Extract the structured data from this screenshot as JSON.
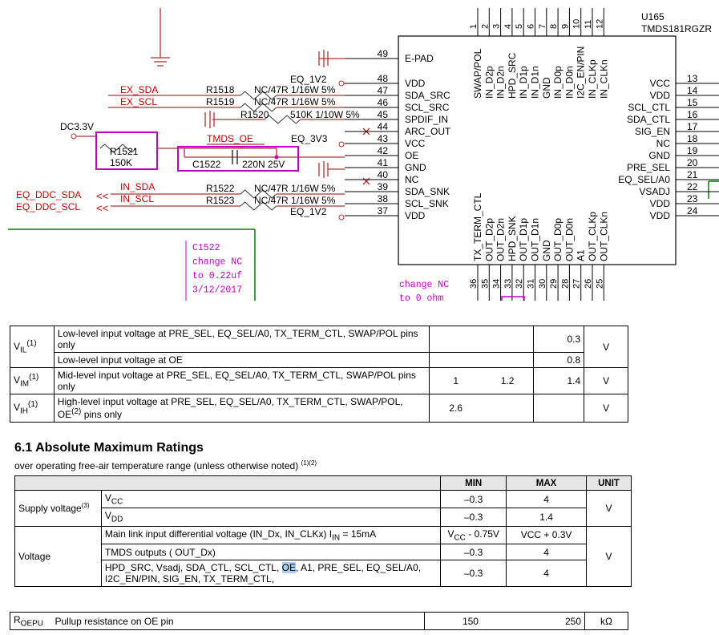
{
  "schematic": {
    "part_ref": "U165",
    "part_name": "TMDS181RGZR",
    "left_pins": [
      {
        "num": "49",
        "name": "E-PAD"
      },
      {
        "num": "48",
        "name": "VDD"
      },
      {
        "num": "47",
        "name": "SDA_SRC"
      },
      {
        "num": "46",
        "name": "SCL_SRC"
      },
      {
        "num": "45",
        "name": "SPDIF_IN"
      },
      {
        "num": "44",
        "name": "ARC_OUT"
      },
      {
        "num": "43",
        "name": "VCC"
      },
      {
        "num": "42",
        "name": "OE"
      },
      {
        "num": "41",
        "name": "GND"
      },
      {
        "num": "40",
        "name": "NC"
      },
      {
        "num": "39",
        "name": "SDA_SNK"
      },
      {
        "num": "38",
        "name": "SCL_SNK"
      },
      {
        "num": "37",
        "name": "VDD"
      }
    ],
    "right_pins": [
      {
        "num": "13",
        "name": "VCC"
      },
      {
        "num": "14",
        "name": "VDD"
      },
      {
        "num": "15",
        "name": "SCL_CTL"
      },
      {
        "num": "16",
        "name": "SDA_CTL"
      },
      {
        "num": "17",
        "name": "SIG_EN"
      },
      {
        "num": "18",
        "name": "NC"
      },
      {
        "num": "19",
        "name": "GND"
      },
      {
        "num": "20",
        "name": "PRE_SEL"
      },
      {
        "num": "21",
        "name": "EQ_SEL/A0"
      },
      {
        "num": "22",
        "name": "VSADJ"
      },
      {
        "num": "23",
        "name": "VDD"
      },
      {
        "num": "24",
        "name": "VDD"
      }
    ],
    "top_pins": [
      {
        "num": "1",
        "name": "SWAP/POL"
      },
      {
        "num": "2",
        "name": "IN_D2p"
      },
      {
        "num": "3",
        "name": "IN_D2n"
      },
      {
        "num": "4",
        "name": "HPD_SRC"
      },
      {
        "num": "5",
        "name": "IN_D1p"
      },
      {
        "num": "6",
        "name": "IN_D1n"
      },
      {
        "num": "7",
        "name": "GND"
      },
      {
        "num": "8",
        "name": "IN_D0p"
      },
      {
        "num": "9",
        "name": "IN_D0n"
      },
      {
        "num": "10",
        "name": "I2C_EN/PIN"
      },
      {
        "num": "11",
        "name": "IN_CLKp"
      },
      {
        "num": "12",
        "name": "IN_CLKn"
      }
    ],
    "bottom_pins": [
      {
        "num": "36",
        "name": "TX_TERM_CTL"
      },
      {
        "num": "35",
        "name": "OUT_D2p"
      },
      {
        "num": "34",
        "name": "OUT_D2n"
      },
      {
        "num": "33",
        "name": "HPD_SNK"
      },
      {
        "num": "32",
        "name": "OUT_D1p"
      },
      {
        "num": "31",
        "name": "OUT_D1n"
      },
      {
        "num": "30",
        "name": "GND"
      },
      {
        "num": "29",
        "name": "OUT_D0p"
      },
      {
        "num": "28",
        "name": "OUT_D0n"
      },
      {
        "num": "27",
        "name": "A1"
      },
      {
        "num": "26",
        "name": "OUT_CLKp"
      },
      {
        "num": "25",
        "name": "OUT_CLKn"
      }
    ],
    "nets": {
      "eq_1v2_top": "EQ_1V2",
      "ex_sda": "EX_SDA",
      "ex_scl": "EX_SCL",
      "dc3v3": "DC3.3V",
      "tmds_oe": "TMDS_OE",
      "eq_3v3": "EQ_3V3",
      "eq_ddc_sda": "EQ_DDC_SDA",
      "eq_ddc_scl": "EQ_DDC_SCL",
      "in_sda": "IN_SDA",
      "in_scl": "IN_SCL",
      "eq_1v2_bottom": "EQ_1V2"
    },
    "components": {
      "r1518_ref": "R1518",
      "r1518_val": "NC/47R 1/16W 5%",
      "r1519_ref": "R1519",
      "r1519_val": "NC/47R 1/16W 5%",
      "r1520_ref": "R1520",
      "r1520_val": "510K 1/10W 5%",
      "r1521_ref": "R1521",
      "r1521_val": "150K",
      "c1522_ref": "C1522",
      "c1522_val": "220N 25V",
      "r1522_ref": "R1522",
      "r1522_val": "NC/47R 1/16W 5%",
      "r1523_ref": "R1523",
      "r1523_val": "NC/47R 1/16W 5%"
    },
    "annotation_lines": [
      "C1522",
      "change NC",
      "to 0.22uf",
      "3/12/2017"
    ],
    "annotation2_lines": [
      "change NC",
      "to 0 ohm"
    ],
    "colors": {
      "wire": "#b03030",
      "box": "#c000c0",
      "note": "#c000c0",
      "net": "#c00000",
      "green": "#008000"
    }
  },
  "table1": {
    "rows": [
      {
        "symbol": "V",
        "sub": "IL",
        "sup": "(1)",
        "desc": "Low-level input voltage at PRE_SEL, EQ_SEL/A0, TX_TERM_CTL, SWAP/POL pins only",
        "min": "",
        "typ": "",
        "max": "0.3",
        "unit": "V"
      },
      {
        "desc": "Low-level input voltage at OE",
        "min": "",
        "typ": "",
        "max": "0.8"
      },
      {
        "symbol": "V",
        "sub": "IM",
        "sup": "(1)",
        "desc": "Mid-level input voltage at PRE_SEL, EQ_SEL/A0, TX_TERM_CTL, SWAP/POL pins only",
        "min": "1",
        "typ": "1.2",
        "max": "1.4",
        "unit": "V"
      },
      {
        "symbol": "V",
        "sub": "IH",
        "sup": "(1)",
        "desc_a": "High-level input voltage at PRE_SEL, EQ_SEL/A0, TX_TERM_CTL, SWAP/POL,",
        "desc_b": "OE",
        "desc_sup": "(2)",
        "desc_c": " pins only",
        "min": "2.6",
        "typ": "",
        "max": "",
        "unit": "V"
      }
    ]
  },
  "section": {
    "title": "6.1   Absolute Maximum Ratings",
    "subtitle": "over operating free-air temperature range (unless otherwise noted)",
    "subtitle_sup": "(1)(2)"
  },
  "table2": {
    "headers": {
      "min": "MIN",
      "max": "MAX",
      "unit": "UNIT"
    },
    "supply_label": "Supply voltage",
    "supply_sup": "(3)",
    "vcc": {
      "sym": "V",
      "sub": "CC",
      "min": "–0.3",
      "max": "4"
    },
    "vdd": {
      "sym": "V",
      "sub": "DD",
      "min": "–0.3",
      "max": "1.4"
    },
    "supply_unit": "V",
    "voltage_label": "Voltage",
    "main_link": {
      "desc": "Main link input differential voltage (IN_Dx, IN_CLKx) I",
      "sub": "IN",
      "desc_end": " = 15mA",
      "min_a": "V",
      "min_sub": "CC",
      "min_b": " - 0.75V",
      "max": "VCC + 0.3V"
    },
    "tmds": {
      "desc": "TMDS outputs ( OUT_Dx)",
      "min": "–0.3",
      "max": "4"
    },
    "pins": {
      "desc_a": "HPD_SRC, Vsadj, SDA_CTL, SCL_CTL, ",
      "desc_hl": "OE",
      "desc_b": ", A1, PRE_SEL, EQ_SEL/A0,",
      "desc_c": "I2C_EN/PIN, SIG_EN, TX_TERM_CTL,",
      "min": "–0.3",
      "max": "4"
    },
    "voltage_unit": "V"
  },
  "table3": {
    "sym": "R",
    "sub": "OEPU",
    "desc": "Pullup resistance on OE pin",
    "min": "150",
    "max": "250",
    "unit": "kΩ"
  }
}
